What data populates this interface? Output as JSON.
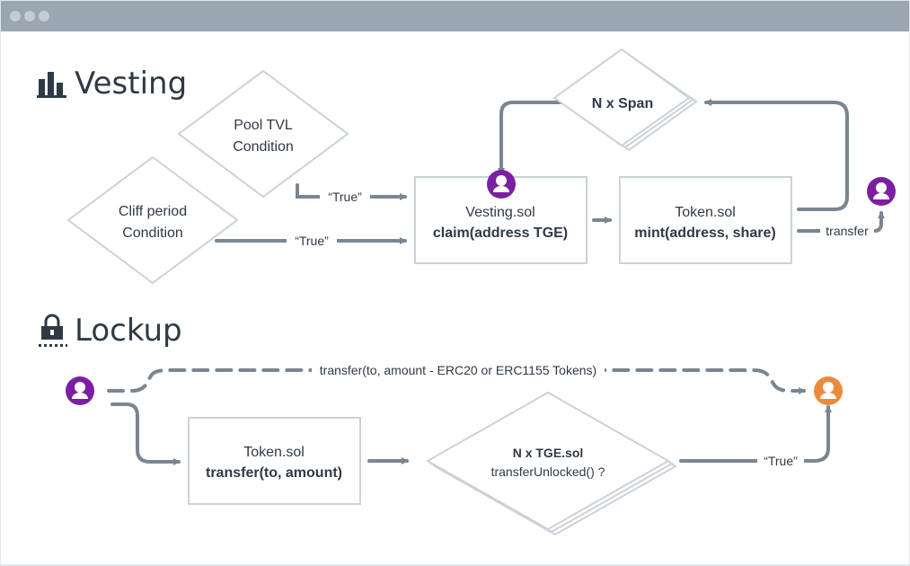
{
  "window": {
    "controls": [
      "close",
      "minimize",
      "maximize"
    ]
  },
  "vesting": {
    "title": "Vesting",
    "icon": "bar-chart-icon",
    "pool_tvl": {
      "line1": "Pool TVL",
      "line2": "Condition"
    },
    "cliff_period": {
      "line1": "Cliff period",
      "line2": "Condition"
    },
    "n_span": "N x Span",
    "true_label_1": "“True”",
    "true_label_2": "“True”",
    "vesting_sol": {
      "file": "Vesting.sol",
      "call": "claim(address TGE)"
    },
    "token_sol": {
      "file": "Token.sol",
      "call": "mint(address, share)"
    },
    "transfer_label": "transfer"
  },
  "lockup": {
    "title": "Lockup",
    "icon": "padlock-icon",
    "direct_transfer_label": "transfer(to, amount - ERC20 or ERC1155 Tokens)",
    "token_sol": {
      "file": "Token.sol",
      "call": "transfer(to, amount)"
    },
    "tge_sol": {
      "file": "N x TGE.sol",
      "call": "transferUnlocked() ?"
    },
    "true_label": "“True”"
  },
  "colors": {
    "line": "#7a8691",
    "box_border": "#cbd2d8",
    "text": "#2f3a46",
    "user_purple": "#7b1fa2",
    "user_orange": "#ec8a3c"
  }
}
